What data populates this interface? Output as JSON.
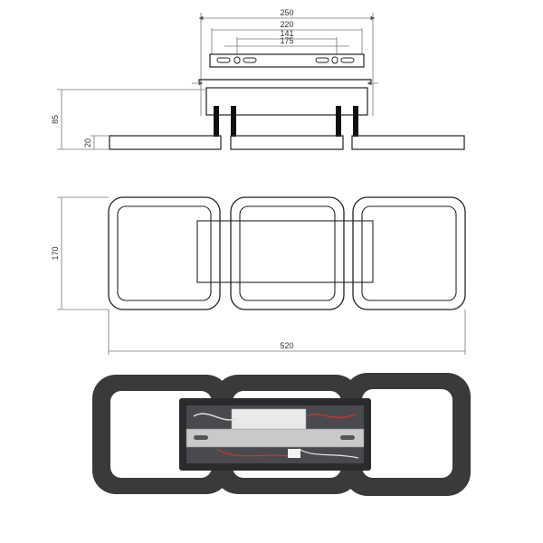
{
  "top_view": {
    "dims_horizontal": [
      "250",
      "220",
      "141",
      "175"
    ],
    "dim_height_total": "85",
    "dim_height_frame": "20"
  },
  "front_view": {
    "dim_height": "170",
    "dim_width": "520"
  },
  "photo": {
    "frame_color": "#3a3a3c",
    "box_color": "#2b2b2d"
  }
}
